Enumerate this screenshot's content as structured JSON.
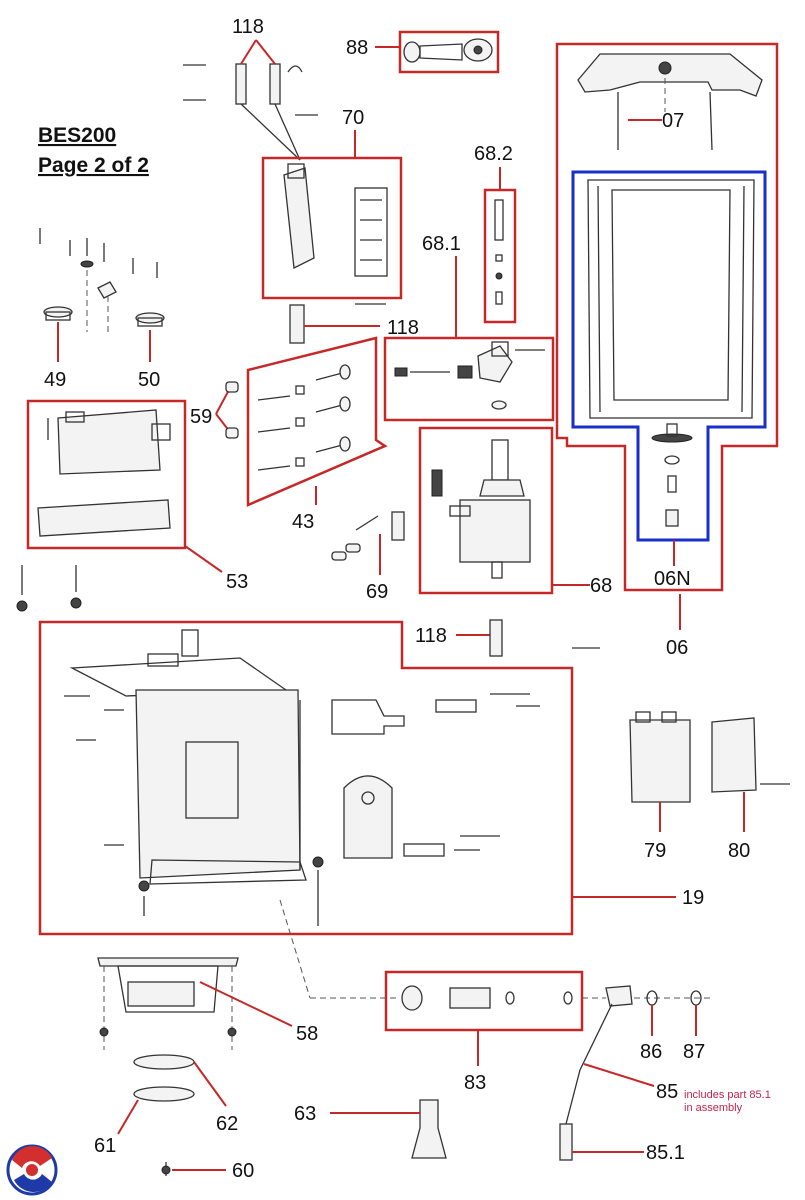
{
  "title": {
    "line1": "BES200",
    "line2": "Page 2 of 2"
  },
  "labels": {
    "p118a": "118",
    "p88": "88",
    "p70": "70",
    "p682": "68.2",
    "p681": "68.1",
    "p118b": "118",
    "p49": "49",
    "p50": "50",
    "p59": "59",
    "p43": "43",
    "p53": "53",
    "p69": "69",
    "p68": "68",
    "p07": "07",
    "p06n": "06N",
    "p06": "06",
    "p118c": "118",
    "p19": "19",
    "p79": "79",
    "p80": "80",
    "p58": "58",
    "p83": "83",
    "p86": "86",
    "p87": "87",
    "p85": "85",
    "p62": "62",
    "p61": "61",
    "p63": "63",
    "p851": "85.1",
    "p60": "60"
  },
  "note_85": {
    "line1": "includes part 85.1",
    "line2": "in assembly"
  },
  "colors": {
    "group_box": "#c62828",
    "subgroup_box": "#1a2fc9",
    "logo_red": "#d32f2f",
    "logo_blue": "#1e3aa8"
  },
  "icons": {
    "logo": "brand-logo"
  }
}
